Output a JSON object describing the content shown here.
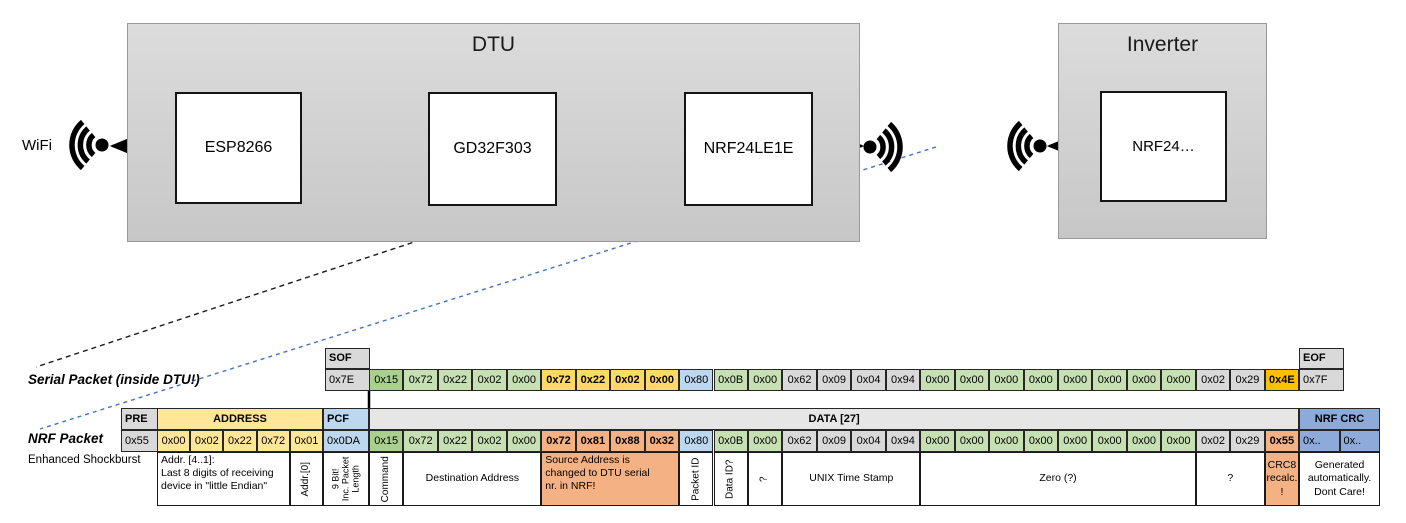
{
  "diagram": {
    "wifi_label": "WiFi",
    "dtu": {
      "title": "DTU",
      "components": [
        "ESP8266",
        "GD32F303",
        "NRF24LE1E"
      ]
    },
    "inverter": {
      "title": "Inverter",
      "component": "NRF24…"
    }
  },
  "colors": {
    "gray": "#D9D9D9",
    "data_header": "#E7E6E6",
    "gdark": "#A9D08E",
    "glight": "#C6E0B4",
    "gold": "#FFD966",
    "amber": "#FFC000",
    "blue": "#BDD7EE",
    "bluemed": "#8EAADB",
    "salmon": "#F4B183",
    "yellow": "#FFE699",
    "white": "#FFFFFF",
    "orange_arrow": "#ED7D31",
    "green_arrow": "#70AD47",
    "blue_dash": "#4472C4"
  },
  "serial_packet": {
    "label": "Serial Packet (inside DTU!)",
    "sof": {
      "label": "SOF",
      "value": "0x7E"
    },
    "eof": {
      "label": "EOF",
      "value": "0x7F"
    },
    "bytes": [
      [
        "0x15",
        "gdark",
        0
      ],
      [
        "0x72",
        "glight",
        0
      ],
      [
        "0x22",
        "glight",
        0
      ],
      [
        "0x02",
        "glight",
        0
      ],
      [
        "0x00",
        "glight",
        0
      ],
      [
        "0x72",
        "gold",
        1
      ],
      [
        "0x22",
        "gold",
        1
      ],
      [
        "0x02",
        "gold",
        1
      ],
      [
        "0x00",
        "gold",
        1
      ],
      [
        "0x80",
        "blue",
        0
      ],
      [
        "0x0B",
        "glight",
        0
      ],
      [
        "0x00",
        "glight",
        0
      ],
      [
        "0x62",
        "gray",
        0
      ],
      [
        "0x09",
        "gray",
        0
      ],
      [
        "0x04",
        "gray",
        0
      ],
      [
        "0x94",
        "gray",
        0
      ],
      [
        "0x00",
        "glight",
        0
      ],
      [
        "0x00",
        "glight",
        0
      ],
      [
        "0x00",
        "glight",
        0
      ],
      [
        "0x00",
        "glight",
        0
      ],
      [
        "0x00",
        "glight",
        0
      ],
      [
        "0x00",
        "glight",
        0
      ],
      [
        "0x00",
        "glight",
        0
      ],
      [
        "0x00",
        "glight",
        0
      ],
      [
        "0x02",
        "gray",
        0
      ],
      [
        "0x29",
        "gray",
        0
      ],
      [
        "0x4E",
        "amber",
        1
      ]
    ]
  },
  "nrf_packet": {
    "label": "NRF Packet",
    "sublabel": "Enhanced Shockburst",
    "pre": {
      "label": "PRE",
      "value": "0x55"
    },
    "address": {
      "label": "ADDRESS",
      "values": [
        "0x00",
        "0x02",
        "0x22",
        "0x72",
        "0x01"
      ]
    },
    "pcf": {
      "label": "PCF",
      "value": "0x0DA"
    },
    "data_label": "DATA [27]",
    "bytes": [
      [
        "0x15",
        "gdark",
        0
      ],
      [
        "0x72",
        "glight",
        0
      ],
      [
        "0x22",
        "glight",
        0
      ],
      [
        "0x02",
        "glight",
        0
      ],
      [
        "0x00",
        "glight",
        0
      ],
      [
        "0x72",
        "salmon",
        1
      ],
      [
        "0x81",
        "salmon",
        1
      ],
      [
        "0x88",
        "salmon",
        1
      ],
      [
        "0x32",
        "salmon",
        1
      ],
      [
        "0x80",
        "blue",
        0
      ],
      [
        "0x0B",
        "glight",
        0
      ],
      [
        "0x00",
        "glight",
        0
      ],
      [
        "0x62",
        "gray",
        0
      ],
      [
        "0x09",
        "gray",
        0
      ],
      [
        "0x04",
        "gray",
        0
      ],
      [
        "0x94",
        "gray",
        0
      ],
      [
        "0x00",
        "glight",
        0
      ],
      [
        "0x00",
        "glight",
        0
      ],
      [
        "0x00",
        "glight",
        0
      ],
      [
        "0x00",
        "glight",
        0
      ],
      [
        "0x00",
        "glight",
        0
      ],
      [
        "0x00",
        "glight",
        0
      ],
      [
        "0x00",
        "glight",
        0
      ],
      [
        "0x00",
        "glight",
        0
      ],
      [
        "0x02",
        "gray",
        0
      ],
      [
        "0x29",
        "gray",
        0
      ],
      [
        "0x55",
        "salmon",
        1
      ]
    ],
    "crc": {
      "label": "NRF CRC",
      "values": [
        "0x..",
        "0x.."
      ]
    }
  },
  "annotations": [
    {
      "text": "Addr. [4..1]:\nLast 8 digits of receiving\ndevice in \"little Endian\"",
      "style": "topleft",
      "bg": "white"
    },
    {
      "text": "Addr.[0]",
      "vertical": true,
      "bg": "white"
    },
    {
      "text": "9 Bit!\nInc. Packet\nLength",
      "vertical": true,
      "multi": true,
      "bg": "white"
    },
    {
      "text": "Command",
      "vertical": true,
      "bg": "white"
    },
    {
      "text": "Destination Address",
      "bg": "white"
    },
    {
      "text": "Source Address is\nchanged to DTU serial\nnr. in NRF!",
      "style": "topleft",
      "bg": "salmon"
    },
    {
      "text": "Packet ID",
      "vertical": true,
      "bg": "white"
    },
    {
      "text": "Data ID?",
      "vertical": true,
      "bg": "white"
    },
    {
      "text": "?",
      "vertical": true,
      "bg": "white"
    },
    {
      "text": "UNIX Time Stamp",
      "bg": "white"
    },
    {
      "text": "Zero (?)",
      "bg": "white"
    },
    {
      "text": "?",
      "bg": "white"
    },
    {
      "text": "CRC8\nrecalc.\n!",
      "bg": "salmon"
    },
    {
      "text": "Generated\nautomatically.\nDont Care!",
      "bg": "white"
    }
  ]
}
